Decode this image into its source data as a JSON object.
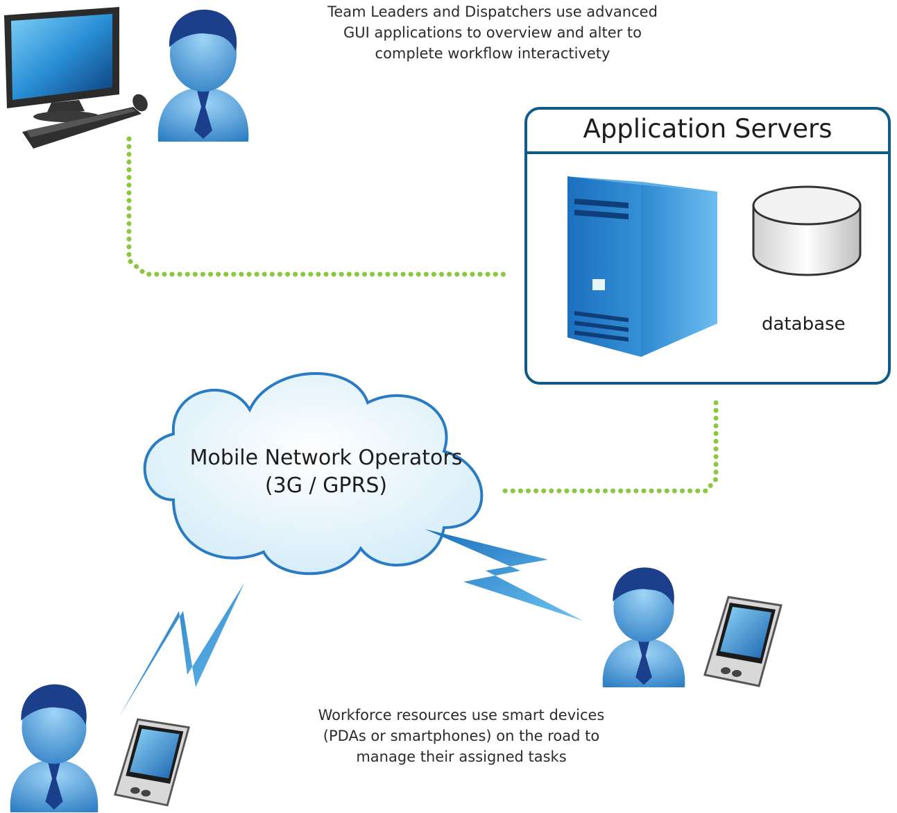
{
  "captions": {
    "top": [
      "Team Leaders and Dispatchers use advanced",
      "GUI applications to overview and alter to",
      "complete workflow interactivety"
    ],
    "bottom": [
      "Workforce resources use smart devices",
      "(PDAs or smartphones) on the road to",
      "manage their assigned tasks"
    ]
  },
  "servers": {
    "title": "Application Servers",
    "database_label": "database"
  },
  "cloud": {
    "lines": [
      "Mobile Network Operators",
      "(3G / GPRS)"
    ]
  },
  "colors": {
    "frame": "#0f5a86",
    "green_link": "#8dc63f",
    "blue_link": "#1b6f9e",
    "server_blue": "#2a7bc4",
    "cloud_fill": "#e4f4fb",
    "cloud_stroke": "#2a7bc4",
    "person_blue": "#3f8fd0",
    "bolt_blue": "#3a9ad8"
  },
  "icons": [
    "desktop-computer-icon",
    "person-icon",
    "server-tower-icon",
    "database-cylinder-icon",
    "cloud-icon",
    "lightning-bolt-icon",
    "pda-icon"
  ]
}
